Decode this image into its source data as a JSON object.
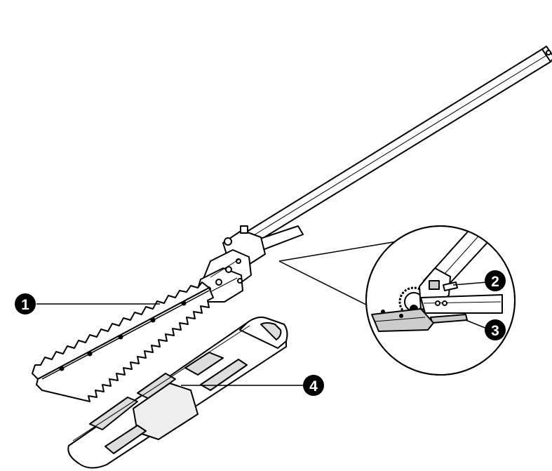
{
  "colors": {
    "ink": "#000000",
    "paper": "#ffffff",
    "callout_fill": "#000000",
    "callout_text": "#ffffff",
    "shade": "#cfcfcf"
  },
  "callouts": [
    {
      "id": "1",
      "label": "1"
    },
    {
      "id": "2",
      "label": "2"
    },
    {
      "id": "3",
      "label": "3"
    },
    {
      "id": "4",
      "label": "4"
    }
  ]
}
